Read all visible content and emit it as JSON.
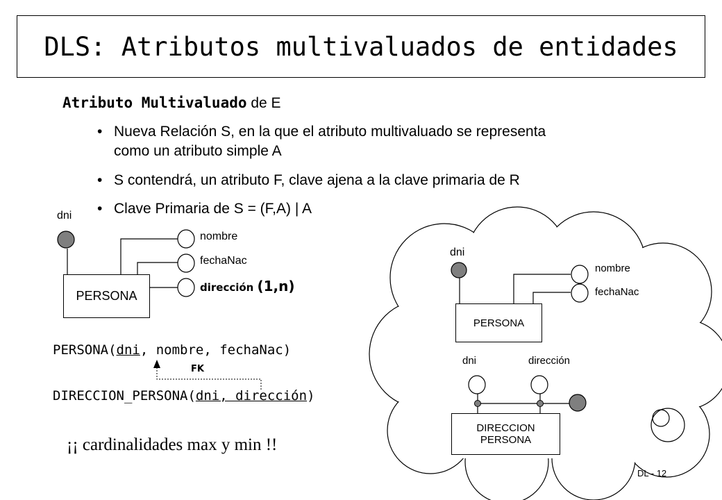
{
  "slide": {
    "title": "DLS: Atributos multivaluados de entidades",
    "heading_bold": "Atributo Multivaluado",
    "heading_rest": " de E",
    "bullets": [
      "Nueva Relación S, en la que el atributo multivaluado se representa",
      "como un atributo simple A",
      "S contendrá, un atributo F, clave ajena a la clave primaria de R",
      "Clave Primaria de S = (F,A) | A"
    ],
    "bullet_symbol": "•",
    "page_number": "DL - 12"
  },
  "left_diagram": {
    "key_attr": "dni",
    "entity": "PERSONA",
    "attributes": [
      "nombre",
      "fechaNac"
    ],
    "multivalued_attr": "dirección",
    "multivalued_card": "(1,n)"
  },
  "relations": {
    "persona_prefix": "PERSONA(",
    "persona_key": "dni",
    "persona_rest": ", nombre, fechaNac)",
    "fk_label": "FK",
    "direccion_prefix": "DIRECCION_PERSONA(",
    "direccion_key": "dni, dirección",
    "direccion_suffix": ")"
  },
  "note": "¡¡ cardinalidades max y min !!",
  "right_diagram": {
    "key_attr": "dni",
    "entity": "PERSONA",
    "attributes": [
      "nombre",
      "fechaNac"
    ],
    "weak_attr_1": "dni",
    "weak_attr_2": "dirección",
    "weak_entity_line1": "DIRECCION",
    "weak_entity_line2": "PERSONA"
  },
  "colors": {
    "key_fill": "#7f7f7f",
    "line": "#000000"
  }
}
